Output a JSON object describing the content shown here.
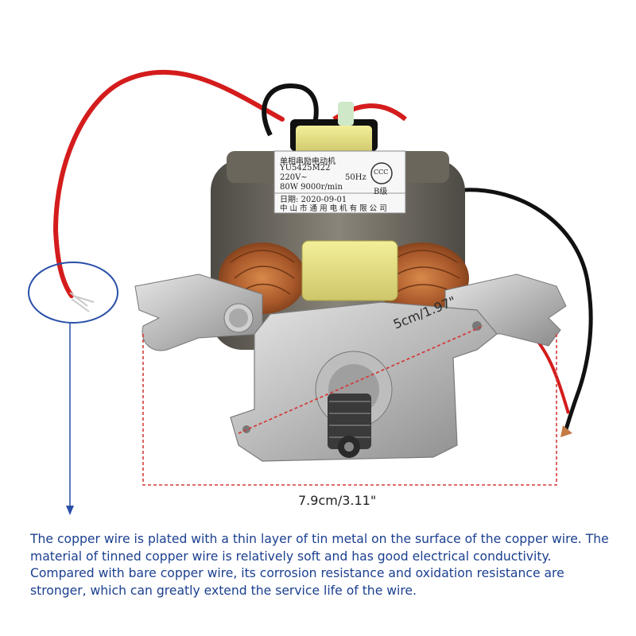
{
  "nameplate": {
    "title": "单相串励电动机",
    "model": "YU5425M22",
    "voltage": "220V~",
    "frequency": "50Hz",
    "power_speed": "80W  9000r/min",
    "grade": "B级",
    "date": "日期: 2020-09-01",
    "maker": "中 山 市 通 用 电 机 有 限 公 司",
    "cert_mark": "CCC"
  },
  "dimensions": {
    "diagonal": "5cm/1.97\"",
    "width": "7.9cm/3.11\""
  },
  "caption": "The copper wire is plated with a thin layer of tin metal on the surface of the copper wire. The material of tinned copper wire is relatively soft and has good electrical conductivity. Compared with bare copper wire, its corrosion resistance and oxidation resistance are stronger, which can greatly extend the service life of the wire.",
  "colors": {
    "callout_blue": "#2a4fa8",
    "dimension_red": "#d43b3b",
    "caption_text": "#1b3f8f"
  }
}
